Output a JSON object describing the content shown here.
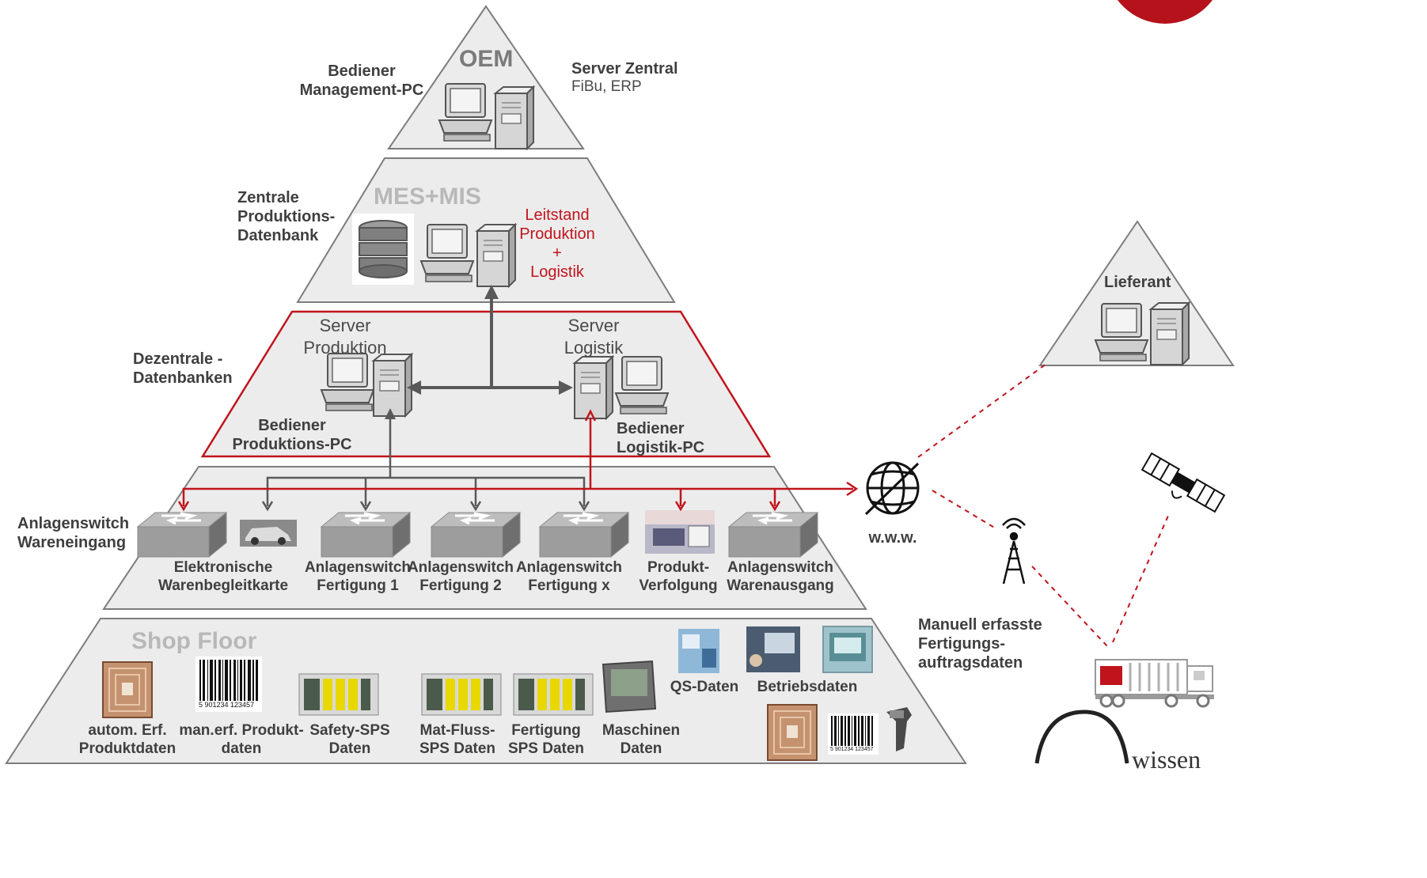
{
  "oem": {
    "title": "OEM",
    "left_label": "Bediener\nManagement-PC",
    "right_title": "Server Zentral",
    "right_sub": "FiBu, ERP"
  },
  "mes": {
    "title": "MES+MIS",
    "left_label": "Zentrale\nProduktions-\nDatenbank",
    "leitstand": "Leitstand\nProduktion\n+\nLogistik"
  },
  "dezentral": {
    "left_label": "Dezentrale -\nDatenbanken",
    "server_produktion": "Server\nProduktion",
    "server_logistik": "Server\nLogistik",
    "bediener_produktion": "Bediener\nProduktions-PC",
    "bediener_logistik": "Bediener\nLogistik-PC"
  },
  "switches": {
    "left_label": "Anlagenswitch\nWareneingang",
    "items": [
      "Elektronische\nWarenbegleitkarte",
      "Anlagenswitch\nFertigung 1",
      "Anlagenswitch\nFertigung 2",
      "Anlagenswitch\nFertigung x",
      "Produkt-\nVerfolgung",
      "Anlagenswitch\nWarenausgang"
    ]
  },
  "shopfloor": {
    "title": "Shop Floor",
    "items": [
      "autom. Erf.\nProduktdaten",
      "man.erf. Produkt-\ndaten",
      "Safety-SPS\nDaten",
      "Mat-Fluss-\nSPS Daten",
      "Fertigung\nSPS Daten",
      "Maschinen\nDaten"
    ],
    "qs": "QS-Daten",
    "betrieb": "Betriebsdaten",
    "barcode_number": "5 901234 123457"
  },
  "external": {
    "lieferant": "Lieferant",
    "www": "w.w.w.",
    "manuell": "Manuell erfasste\nFertigungs-\nauftragsdaten",
    "logo_text": "wissen"
  },
  "colors": {
    "red": "#c0141c",
    "dark": "#3f3f3f",
    "arrow": "#595959",
    "tier_fill": "#ececec"
  }
}
